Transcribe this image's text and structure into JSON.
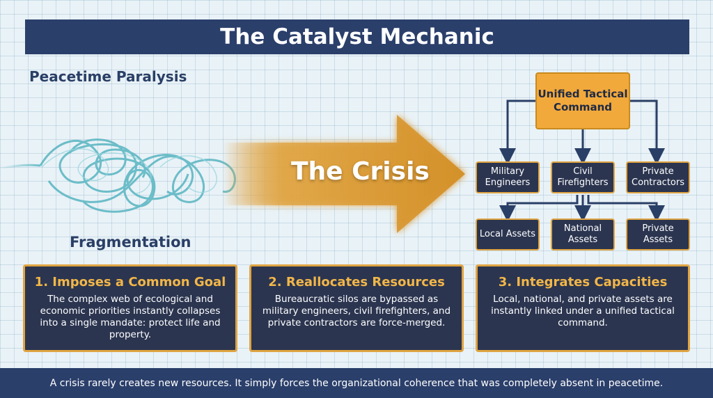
{
  "title": "The Catalyst Mechanic",
  "left": {
    "top_label": "Peacetime Paralysis",
    "bottom_label": "Fragmentation"
  },
  "arrow_label": "The Crisis",
  "org_chart": {
    "command": "Unified Tactical Command",
    "level1": [
      "Military Engineers",
      "Civil Firefighters",
      "Private Contractors"
    ],
    "level2": [
      "Local Assets",
      "National Assets",
      "Private Assets"
    ]
  },
  "cards": [
    {
      "title": "1. Imposes a Common Goal",
      "body": "The complex web of ecological and economic priorities instantly collapses into a single mandate: protect life and property."
    },
    {
      "title": "2. Reallocates Resources",
      "body": "Bureaucratic silos are bypassed as military engineers, civil firefighters, and private contractors are force-merged."
    },
    {
      "title": "3. Integrates Capacities",
      "body": "Local, national, and private assets are instantly linked under a unified tactical command."
    }
  ],
  "footer": "A crisis rarely creates new resources. It simply forces the organizational coherence that was completely absent in peacetime.",
  "colors": {
    "navy": "#2b3f6b",
    "dark_card": "#2b3550",
    "accent_orange": "#f2a93b",
    "card_title": "#f2b648",
    "tangle_teal": "#5fb8c4"
  }
}
